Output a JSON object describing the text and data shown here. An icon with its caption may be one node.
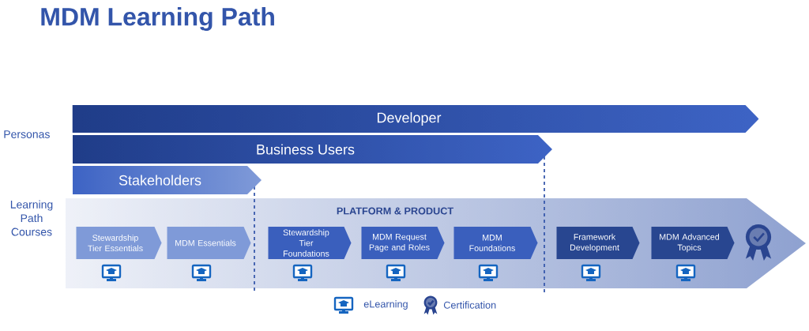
{
  "diagram": {
    "title": "MDM Learning Path",
    "nodes": [
      {
        "text": [
          "Developer"
        ]
      },
      {
        "text": [
          "Business Users"
        ]
      },
      {
        "text": [
          "Stakeholders"
        ]
      },
      {
        "text": [
          "Stewardship Tier Essentials"
        ]
      },
      {
        "text": [
          "MDM Essentials"
        ]
      },
      {
        "text": [
          "Stewardship Tier Foundations"
        ]
      },
      {
        "text": [
          "MDM Request Page and Roles"
        ]
      },
      {
        "text": [
          "MDM Foundations"
        ]
      },
      {
        "text": [
          "Framework Development"
        ]
      },
      {
        "text": [
          "MDM Advanced Topics"
        ]
      }
    ],
    "labels": [
      "Personas",
      "Learning Path Courses",
      "PLATFORM & PRODUCT"
    ],
    "legend": [
      {
        "text": "eLearning"
      },
      {
        "text": "Certification"
      }
    ]
  }
}
